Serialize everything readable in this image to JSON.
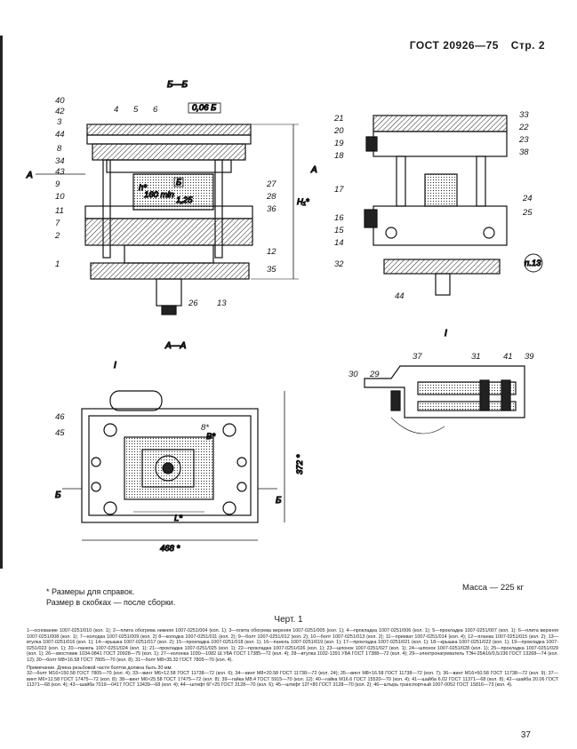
{
  "header": {
    "standard": "ГОСТ 20926—75",
    "page": "Стр. 2"
  },
  "views": {
    "section_bb": "Б—Б",
    "section_aa": "А—А",
    "view_i_top": "I",
    "view_i_left": "I"
  },
  "labels_left": [
    "40",
    "42",
    "3",
    "44",
    "8",
    "34",
    "43",
    "9",
    "10",
    "11",
    "7",
    "2",
    "1"
  ],
  "labels_middle": [
    "4",
    "5",
    "6",
    "27",
    "28",
    "36",
    "12",
    "35",
    "26",
    "13"
  ],
  "labels_right_top": [
    "21",
    "20",
    "19",
    "18",
    "33",
    "22",
    "23",
    "38"
  ],
  "labels_right_mid": [
    "17",
    "16",
    "15",
    "14",
    "24",
    "25",
    "32",
    "44"
  ],
  "labels_detail": [
    "37",
    "31",
    "41",
    "39",
    "30",
    "29"
  ],
  "labels_plan": [
    "46",
    "45",
    "8*"
  ],
  "dims": {
    "h": "h*",
    "h1": "H₁*",
    "d160": "160 min",
    "r125": "1,25",
    "b_box": "Б",
    "tol": "0,06 Б",
    "d372": "372 *",
    "d468": "468 *",
    "l": "L*",
    "b": "B*",
    "arrow_a": "А",
    "arrow_b": "Б",
    "arrow_b2": "Б",
    "ref13": "п.13"
  },
  "mass": "Масса — 225 кг",
  "notes": [
    "* Размеры для справок.",
    "Размер в скобках — после сборки."
  ],
  "caption": "Черт. 1",
  "legend": [
    "1—основание 1007-0251/010 (кол. 1); 2—плита обогрева нижняя 1007-0251/004 (кол. 1); 3—плита обогрева верхняя 1007-0251/005 (кол. 1); 4—прокладка 1007-0251/006 (кол. 1); 5—прокладка 1007-0251/007 (кол. 1); 6—плита верхняя 1007-0251/008 (кол. 1); 7—колодка 1007-0251/009 (кол. 2) 8—колодка 1007-0251/011 (кол. 2); 9—болт 1007-0251/012 (кол. 2); 10—болт 1007-0251/013 (кол. 2); 11—прихват 1007-0251/014 (кол. 4); 12—планка 1007-0251/015 (кол. 2); 13—втулка 1007-0251/016 (кол. 1); 14—крышка 1007-0251/017 (кол. 2); 15—прокладка 1007-0251/018 (кол. 1); 16—панель 1007-0251/019 (кол. 1); 17—прокладка 1007-0251/021 (кол. 1); 18—крышка 1007-0251/022 (кол. 1); 19—прокладка 1007-0251/023 (кол. 1); 20—панель 1007-0251/024 (кол. 1); 21—прокладка 1007-0251/025 (кол. 1); 22—прокладка 1007-0251/026 (кол. 1); 23—шпонок 1007-0251/027 (кол. 1); 24—шпонок 1007-0251/028 (кол. 1); 25—прокладка 1007-0251/029 (кол. 1); 26—хвостовик 1034-0841 ГОСТ 20928—75 (кол. 1); 27—колонка 1030—1082 Ш У8А ГОСТ 17385—72 (кол. 4); 28—втулка 1032-1391 У8А ГОСТ 17388—72 (кол. 4); 29—электронагреватель ТЭН-25А16/0,5/J36 ГОСТ 13268—74 (кол. 12); 30—болт М8×16.58 ГОСТ 7805—70 (кол. 8); 31—болт М8×35.32 ГОСТ 7805—70 (кол. 4).",
    "Примечание. Длина резьбовой части болтов должна быть 30 мм.",
    "32—болт М16×150.58 ГОСТ 7805—70 (кол. 4); 33—винт М6×12.58 ГОСТ 11738—72 (кол. 6); 34—винт М8×20.58 ГОСТ 11738—72 (кол. 24); 35—винт М8×16.58 ГОСТ 11738—72 (кол. 7); 36—винт М16×60.58 ГОСТ 11738—72 (кол. 9); 37—винт М6×12.58 ГОСТ 17475—72 (кол. 8); 38—винт М6×25.58 ГОСТ 17475—72 (кол. 8); 39—гайка М8.4 ГОСТ 5915—70 (кол. 12); 40—гайка М16.6 ГОСТ 15520—70 (кол. 4); 41—шайба 6.02 ГОСТ 11371—68 (кол. 8); 42—шайба 20.06 ГОСТ 11371—68 (кол. 4); 43—шайба 7019—0417 ГОСТ 13439—68 (кол. 4); 44—штифт 6Г×25 ГОСТ 3128—70 (кол. 6); 45—штифт 12Г×80 ГОСТ 3128—70 (кол. 2); 46—штырь транспортный 1007-0052 ГОСТ 15816—73 (кол. 4)."
  ],
  "page_number": "37"
}
